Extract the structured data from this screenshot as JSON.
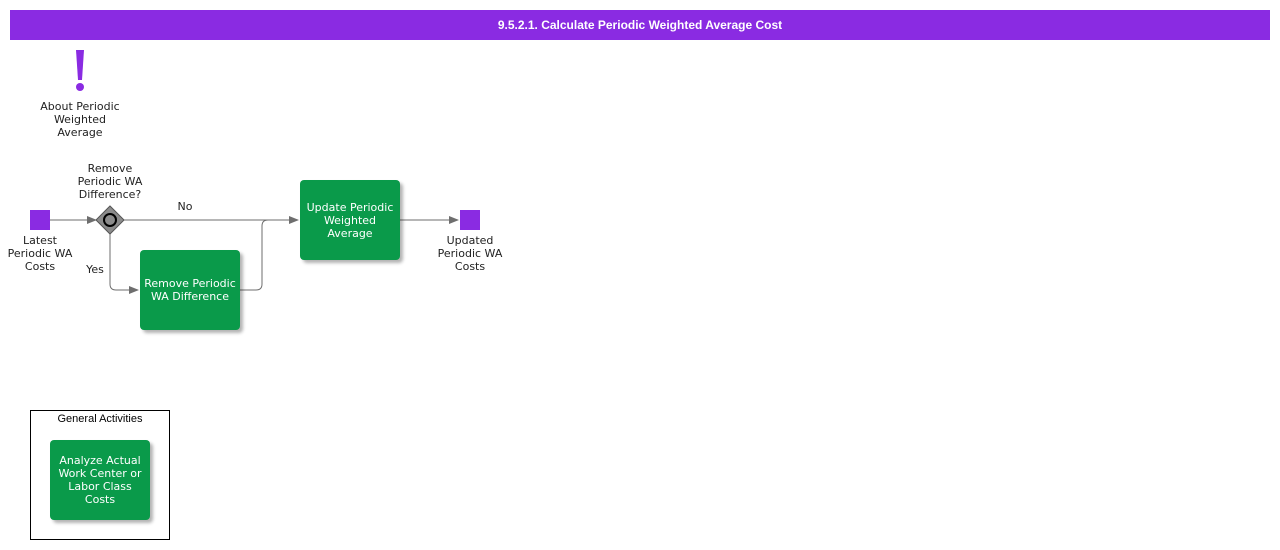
{
  "header": {
    "title": "9.5.2.1. Calculate Periodic Weighted Average Cost"
  },
  "annotation": {
    "icon": "exclamation-icon",
    "label": "About Periodic Weighted Average"
  },
  "start_event": {
    "label": "Latest Periodic WA Costs"
  },
  "gateway": {
    "label": "Remove Periodic WA Difference?",
    "yes": "Yes",
    "no": "No"
  },
  "tasks": {
    "remove": "Remove Periodic WA Difference",
    "update": "Update Periodic Weighted Average"
  },
  "end_event": {
    "label": "Updated Periodic WA Costs"
  },
  "general": {
    "title": "General Activities",
    "task": "Analyze Actual Work Center or Labor Class Costs"
  },
  "colors": {
    "purple": "#8a2be2",
    "green": "#0a9a4a",
    "gateway": "#8c8c8c"
  }
}
